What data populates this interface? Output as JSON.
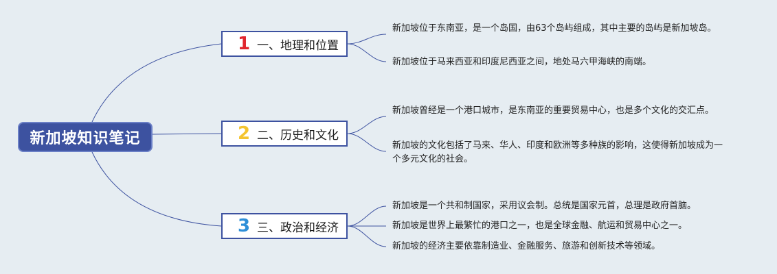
{
  "root": {
    "title": "新加坡知识笔记"
  },
  "colors": {
    "background": "#e6edf2",
    "root_fill": "#3d52a0",
    "line": "#3d52a0",
    "num_colors": [
      "#e0262d",
      "#f4c430",
      "#2e8fd8"
    ]
  },
  "branches": [
    {
      "number": "1",
      "title": "一、地理和位置",
      "notes": [
        "新加坡位于东南亚，是一个岛国，由63个岛屿组成，其中主要的岛屿是新加坡岛。",
        "新加坡位于马来西亚和印度尼西亚之间，地处马六甲海峡的南端。"
      ]
    },
    {
      "number": "2",
      "title": "二、历史和文化",
      "notes": [
        "新加坡曾经是一个港口城市，是东南亚的重要贸易中心，也是多个文化的交汇点。",
        "新加坡的文化包括了马来、华人、印度和欧洲等多种族的影响，这使得新加坡成为一个多元文化的社会。"
      ]
    },
    {
      "number": "3",
      "title": "三、政治和经济",
      "notes": [
        "新加坡是一个共和制国家，采用议会制。总统是国家元首，总理是政府首脑。",
        "新加坡是世界上最繁忙的港口之一，也是全球金融、航运和贸易中心之一。",
        "新加坡的经济主要依靠制造业、金融服务、旅游和创新技术等领域。"
      ]
    }
  ]
}
